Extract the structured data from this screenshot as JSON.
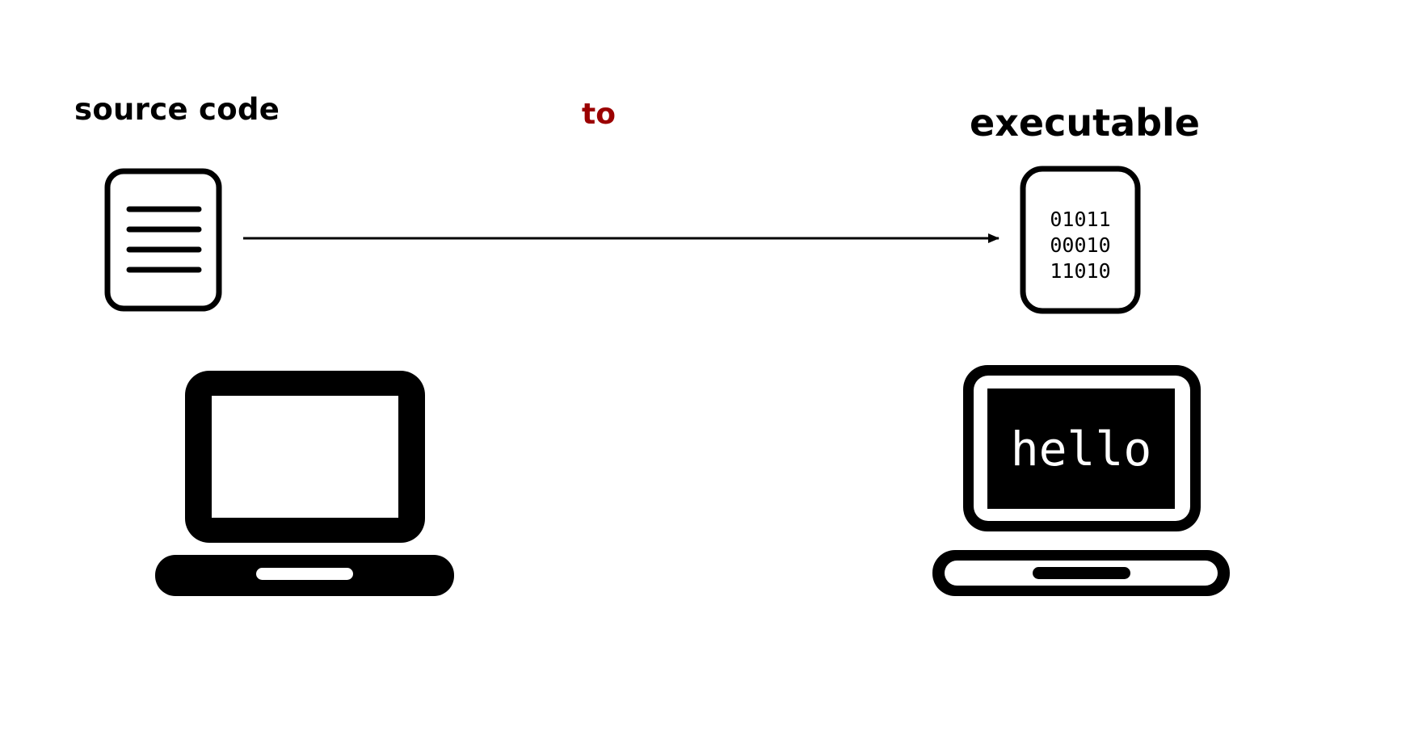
{
  "diagram": {
    "source_label": "source code",
    "connector_label": "to",
    "target_label": "executable",
    "binary_lines": [
      "01011",
      "00010",
      "11010"
    ],
    "screen_text": "hello",
    "colors": {
      "ink": "#000000",
      "accent": "#9b0000",
      "background": "#ffffff"
    },
    "icons": {
      "source_file": "document-icon",
      "executable_file": "binary-file-icon",
      "source_machine": "laptop-icon",
      "target_machine": "laptop-icon"
    }
  }
}
